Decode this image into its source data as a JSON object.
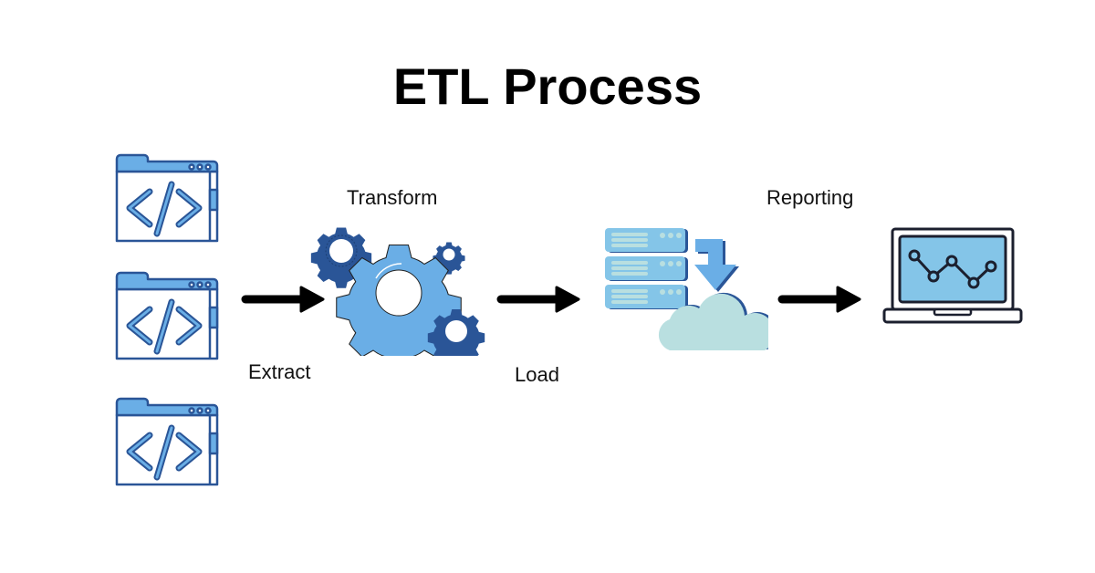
{
  "title": "ETL Process",
  "stages": {
    "extract": {
      "label": "Extract",
      "icon": "code-window-icon",
      "count": 3
    },
    "transform": {
      "label": "Transform",
      "icon": "gears-icon"
    },
    "load": {
      "label": "Load",
      "icon": "server-to-cloud-icon"
    },
    "reporting": {
      "label": "Reporting",
      "icon": "laptop-chart-icon"
    }
  },
  "colors": {
    "dark_blue": "#2a5597",
    "mid_blue": "#6aaee6",
    "light_blue": "#84c5e8",
    "cloud": "#b9dfe0",
    "arrow": "#000000"
  }
}
